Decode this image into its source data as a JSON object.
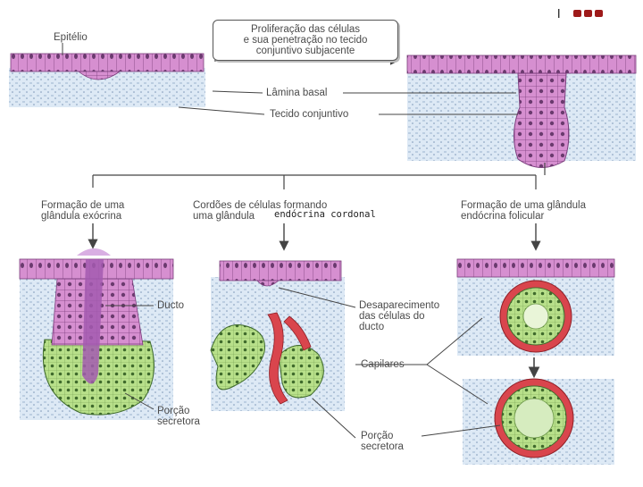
{
  "labels": {
    "epitelio": "Epitélio",
    "lamina_basal": "Lâmina basal",
    "tecido_conjuntivo": "Tecido conjuntivo",
    "ducto": "Ducto",
    "capilares": "Capilares",
    "porcao_secretora_1": [
      "Porção",
      "secretora"
    ],
    "porcao_secretora_2": [
      "Porção",
      "secretora"
    ],
    "desaparecimento": [
      "Desaparecimento",
      "das células do",
      "ducto"
    ]
  },
  "box": {
    "lines": [
      "Proliferação das células",
      "e sua penetração no tecido",
      "conjuntivo subjacente"
    ]
  },
  "branches": {
    "exocrina": [
      "Formação de uma",
      "glândula exócrina"
    ],
    "cordonal_line1": "Cordões de células formando",
    "cordonal_line2": "uma glândula",
    "cordonal_inserted": "endócrina cordonal",
    "folicular": [
      "Formação de uma glândula",
      "endócrina folicular"
    ]
  },
  "colors": {
    "epithelium": "#d68fd0",
    "nucleus": "#6a3a6e",
    "connective": "#dde9f5",
    "secretory": "#b8e08a",
    "capillary": "#d9454d",
    "arrow": "#444444"
  }
}
